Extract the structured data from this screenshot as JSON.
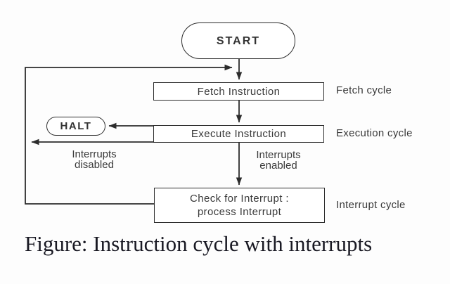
{
  "flowchart": {
    "nodes": {
      "start": "START",
      "halt": "HALT",
      "fetch": "Fetch Instruction",
      "execute": "Execute Instruction",
      "check": "Check for Interrupt :\nprocess Interrupt"
    },
    "side_labels": {
      "fetch_cycle": "Fetch cycle",
      "execution_cycle": "Execution cycle",
      "interrupt_cycle": "Interrupt cycle"
    },
    "edge_labels": {
      "interrupts_disabled": "Interrupts\ndisabled",
      "interrupts_enabled": "Interrupts\nenabled"
    },
    "colors": {
      "line": "#2c2c2c",
      "text": "#3a3a3a",
      "caption_text": "#191923",
      "background": "#fdfdfd"
    }
  },
  "caption": "Figure: Instruction cycle with interrupts"
}
